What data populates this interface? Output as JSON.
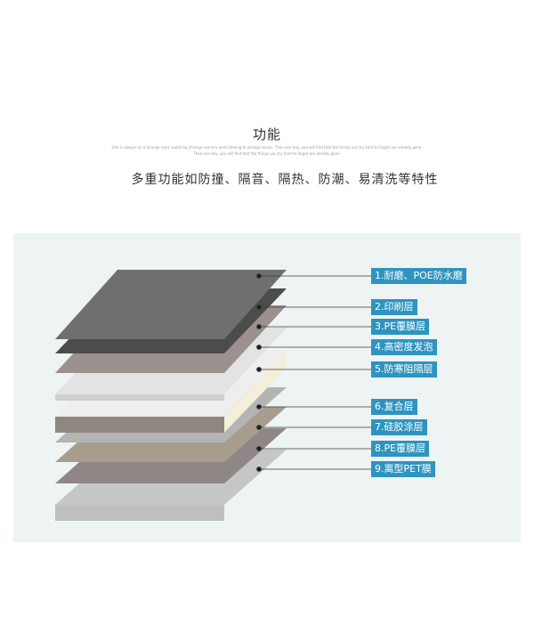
{
  "header": {
    "title": "功能",
    "tagline_1": "One is always on a strange road, watching strange scenery and listening to strange music. Then one day, you will find that the things you try hard to forget are already gone.",
    "tagline_2": "Then one day, you will find that the things you try hard to forget are already gone.",
    "subtitle": "多重功能如防撞、隔音、隔热、防潮、易清洗等特性"
  },
  "layers": [
    {
      "label": "1.耐磨、POE防水磨",
      "color": "#6f6f6f"
    },
    {
      "label": "2.印刷层",
      "color": "#4c4c4c"
    },
    {
      "label": "3.PE覆膜层",
      "color": "#9b918e"
    },
    {
      "label": "4.高密度发泡",
      "color": "#e3e3e3"
    },
    {
      "label": "5.防寒阻隔层",
      "color": "#f3efd9"
    },
    {
      "label": "6.复合层",
      "color": "#b4b4b4"
    },
    {
      "label": "7.硅胶涂层",
      "color": "#a69d8c"
    },
    {
      "label": "8.PE覆膜层",
      "color": "#8f8785"
    },
    {
      "label": "9.离型PET膜",
      "color": "#c6c6c6"
    }
  ],
  "colors": {
    "panel_bg": "#eef3f3",
    "label_bg": "#2e94bf",
    "leader_line": "#3a3a3a"
  }
}
